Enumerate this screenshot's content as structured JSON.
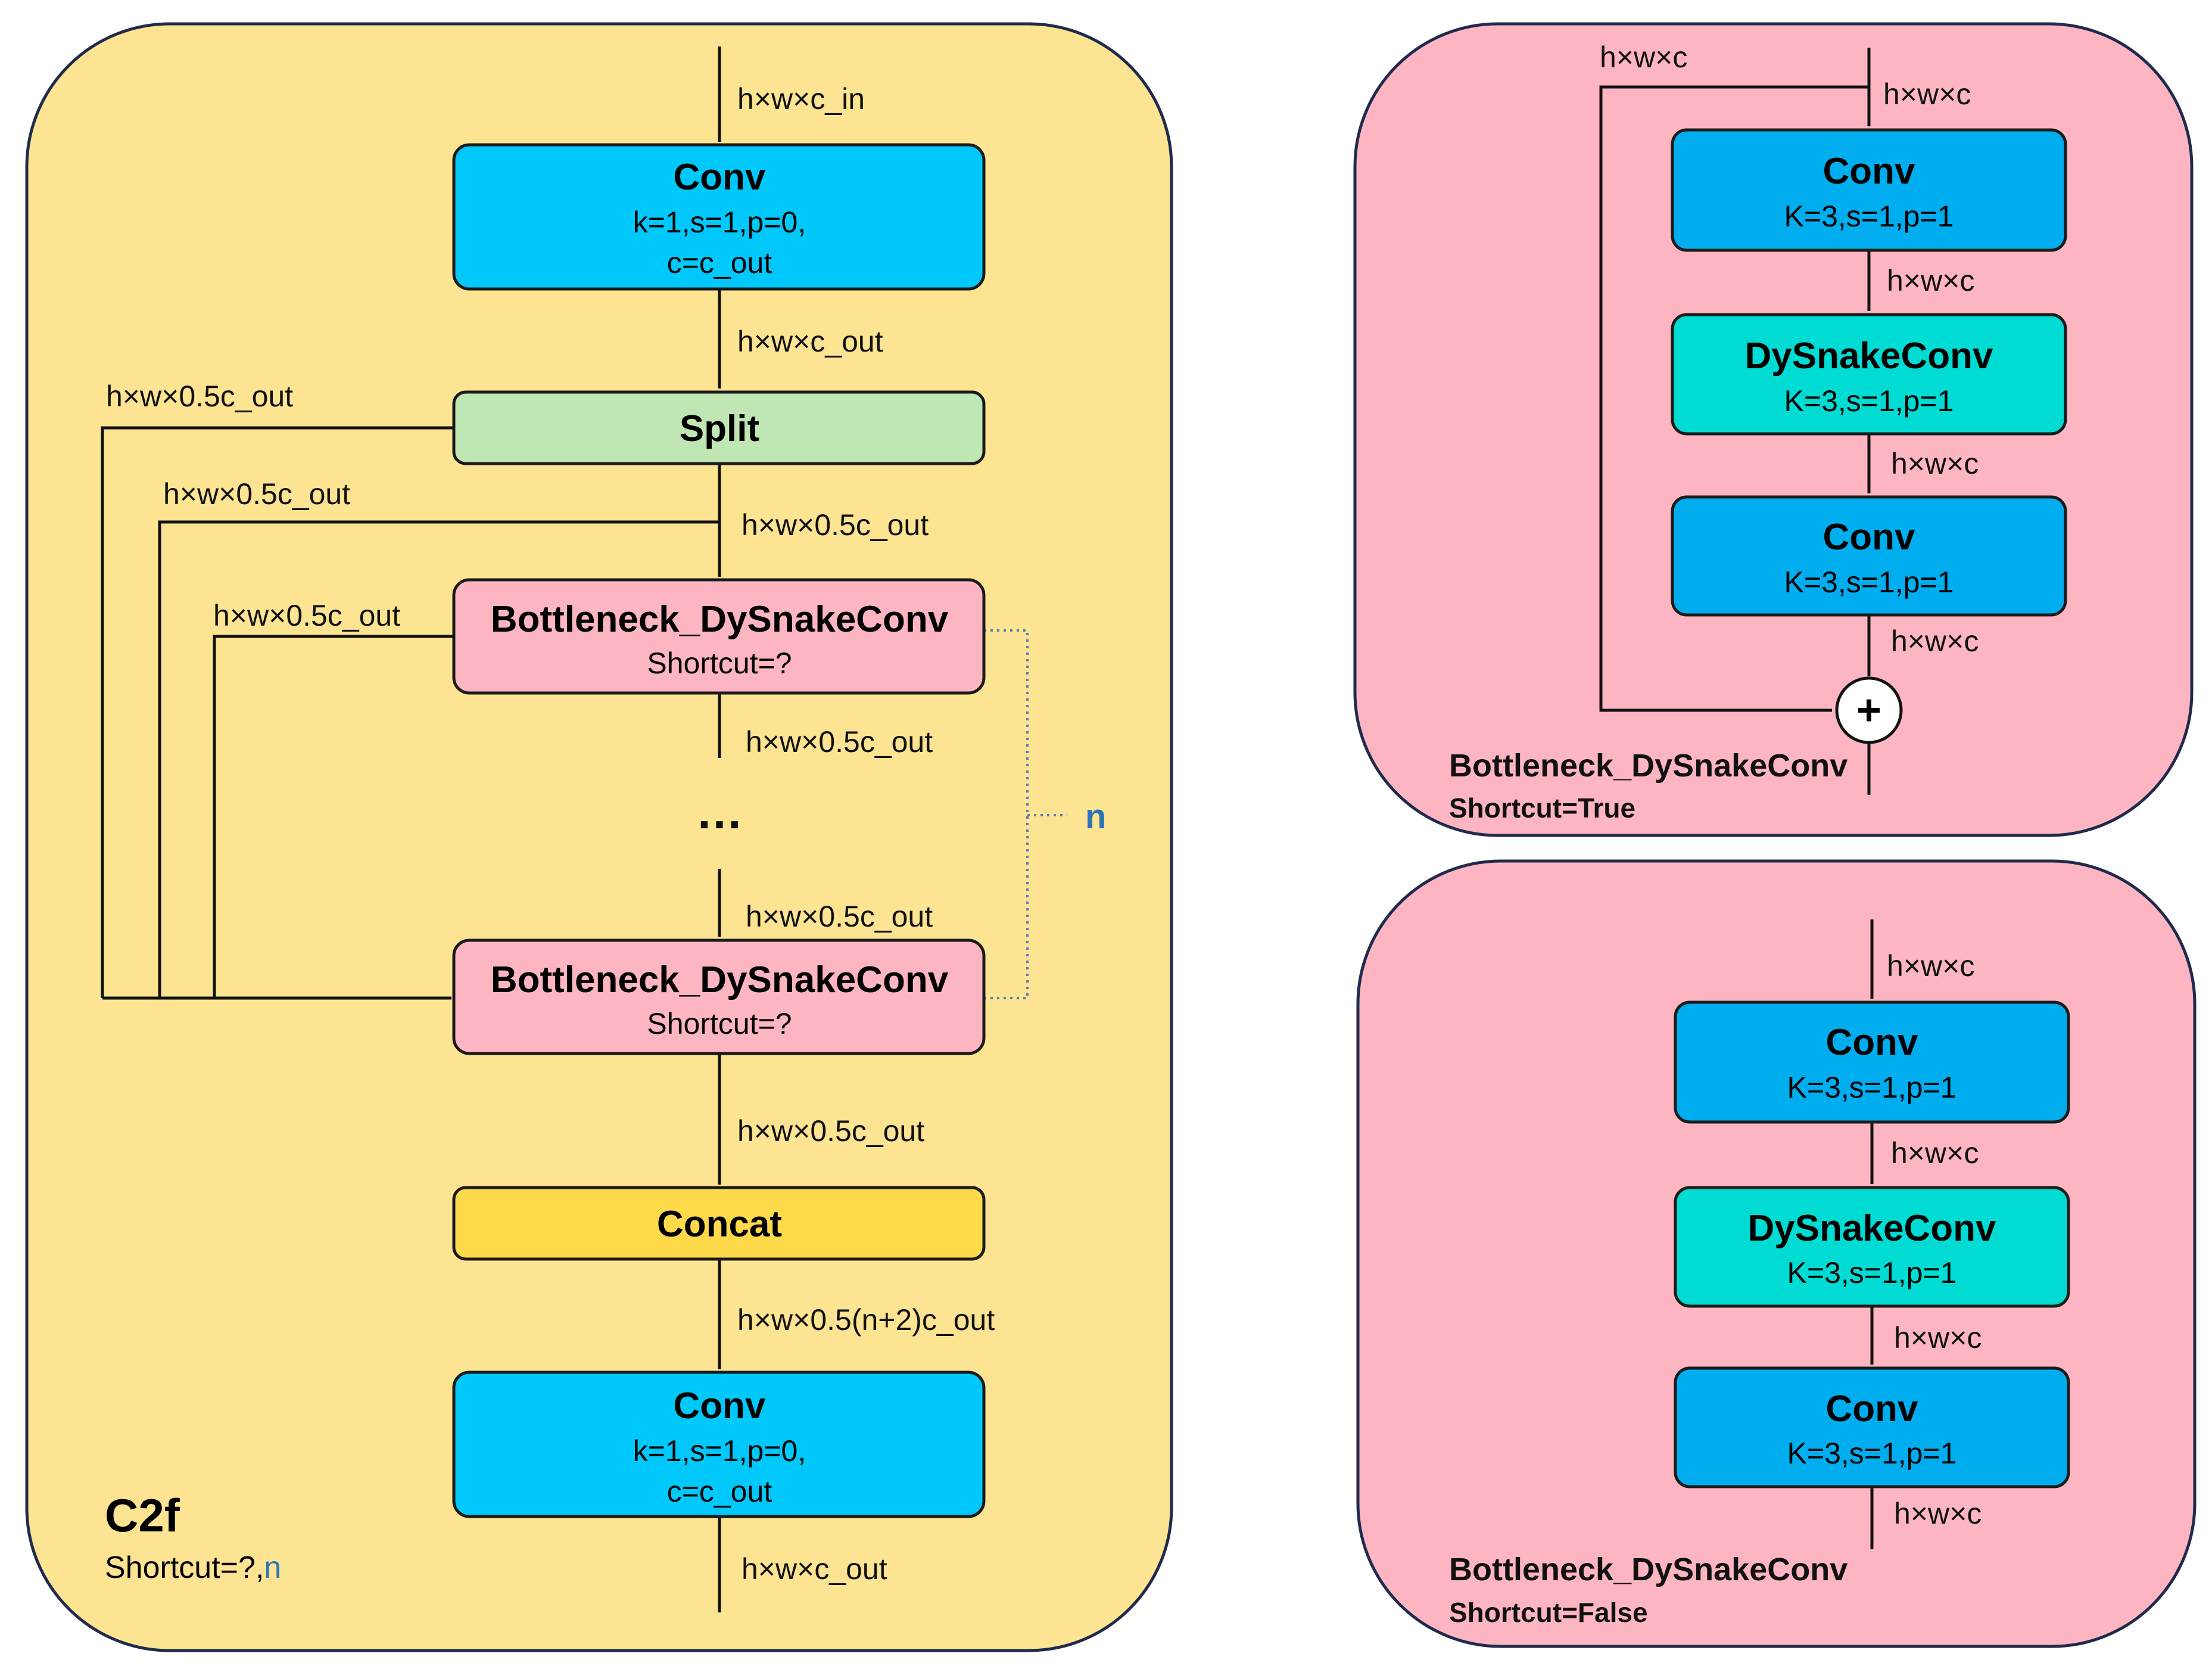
{
  "c2f": {
    "title": "C2f",
    "subtitle_prefix": "Shortcut=?,",
    "subtitle_n": "n",
    "conv_in": {
      "title": "Conv",
      "line1": "k=1,s=1,p=0,",
      "line2": "c=c_out"
    },
    "split": {
      "title": "Split"
    },
    "bottleneck1": {
      "title": "Bottleneck_DySnakeConv",
      "sub": "Shortcut=?"
    },
    "ellipsis": "…",
    "bottleneck2": {
      "title": "Bottleneck_DySnakeConv",
      "sub": "Shortcut=?"
    },
    "concat": {
      "title": "Concat"
    },
    "conv_out": {
      "title": "Conv",
      "line1": "k=1,s=1,p=0,",
      "line2": "c=c_out"
    },
    "repeat_label": "n",
    "labels": {
      "input": "h×w×c_in",
      "after_conv": "h×w×c_out",
      "split_left_outer": "h×w×0.5c_out",
      "split_left_mid": "h×w×0.5c_out",
      "split_down": "h×w×0.5c_out",
      "bneck1_left": "h×w×0.5c_out",
      "bneck1_down": "h×w×0.5c_out",
      "bneck2_in": "h×w×0.5c_out",
      "bneck2_out": "h×w×0.5c_out",
      "concat_out": "h×w×0.5(n+2)c_out",
      "output": "h×w×c_out"
    }
  },
  "bneck_true": {
    "title": "Bottleneck_DySnakeConv",
    "subtitle": "Shortcut=True",
    "conv1": {
      "title": "Conv",
      "sub": "K=3,s=1,p=1"
    },
    "dysnake": {
      "title": "DySnakeConv",
      "sub": "K=3,s=1,p=1"
    },
    "conv2": {
      "title": "Conv",
      "sub": "K=3,s=1,p=1"
    },
    "add_symbol": "+",
    "labels": {
      "shortcut": "h×w×c",
      "input": "h×w×c",
      "after_conv1": "h×w×c",
      "after_dysnake": "h×w×c",
      "after_conv2": "h×w×c"
    }
  },
  "bneck_false": {
    "title": "Bottleneck_DySnakeConv",
    "subtitle": "Shortcut=False",
    "conv1": {
      "title": "Conv",
      "sub": "K=3,s=1,p=1"
    },
    "dysnake": {
      "title": "DySnakeConv",
      "sub": "K=3,s=1,p=1"
    },
    "conv2": {
      "title": "Conv",
      "sub": "K=3,s=1,p=1"
    },
    "labels": {
      "input": "h×w×c",
      "after_conv1": "h×w×c",
      "after_dysnake": "h×w×c",
      "output": "h×w×c"
    }
  }
}
